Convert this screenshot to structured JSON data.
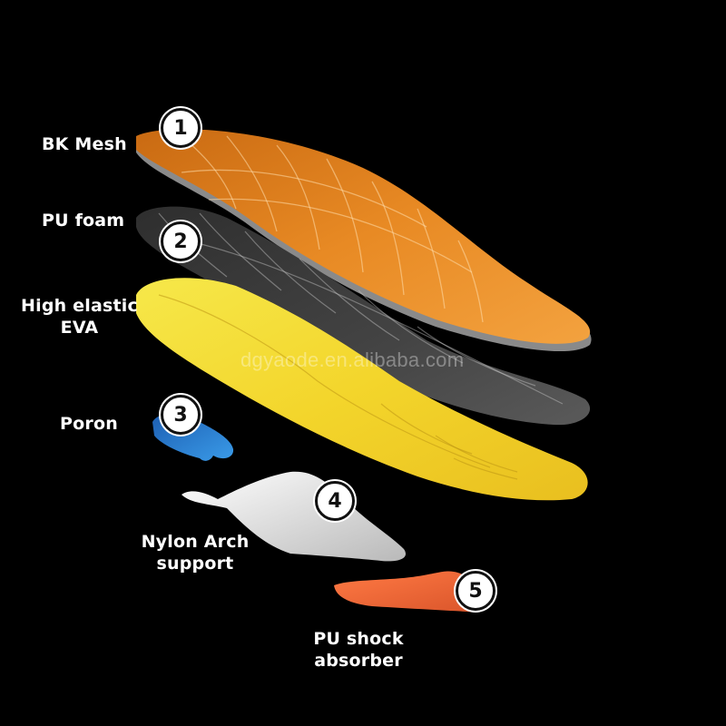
{
  "layers": [
    {
      "number": "1",
      "name": "BK Mesh",
      "color": "#e8902a"
    },
    {
      "number": "2",
      "name": "PU foam",
      "color": "#4a4a4a"
    },
    {
      "number": "",
      "name_line1": "High elastic",
      "name_line2": "EVA",
      "color": "#f2d32a"
    },
    {
      "number": "3",
      "name": "Poron",
      "color": "#2a7fd4"
    },
    {
      "number": "4",
      "name_line1": "Nylon Arch",
      "name_line2": "support",
      "color": "#d8d8d8"
    },
    {
      "number": "5",
      "name_line1": "PU shock",
      "name_line2": "absorber",
      "color": "#e9673a"
    }
  ],
  "watermark": "dgyaode.en.alibaba.com",
  "background_color": "#000000"
}
